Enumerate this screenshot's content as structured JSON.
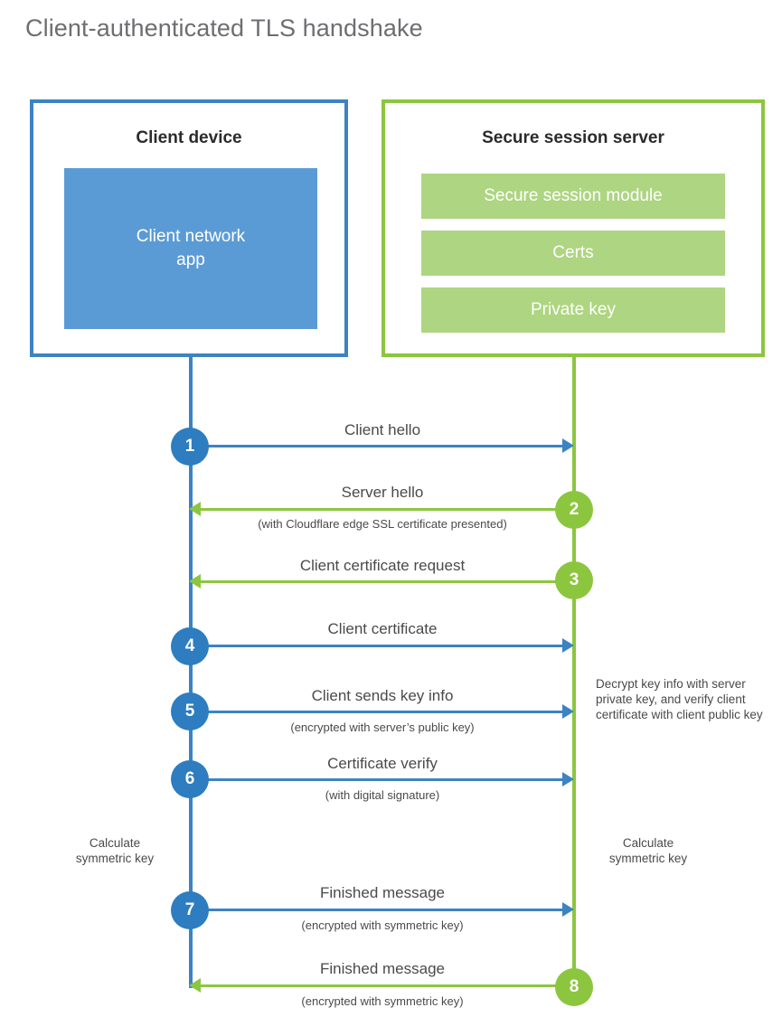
{
  "title": "Client-authenticated TLS handshake",
  "colors": {
    "client_blue": "#3c83c3",
    "client_app_fill": "#5b9bd5",
    "server_green": "#8cc63f",
    "server_bar_fill": "#aed581",
    "title_gray": "#6d6e71",
    "text_gray": "#4a4a4a"
  },
  "participants": {
    "client": {
      "title": "Client device",
      "app_label_line1": "Client network",
      "app_label_line2": "app"
    },
    "server": {
      "title": "Secure session server",
      "bars": [
        "Secure session module",
        "Certs",
        "Private key"
      ]
    }
  },
  "steps": [
    {
      "number": "1",
      "label": "Client hello",
      "sublabel": "",
      "direction": "client-to-server",
      "color": "blue"
    },
    {
      "number": "2",
      "label": "Server hello",
      "sublabel": "(with Cloudflare edge SSL certificate presented)",
      "direction": "server-to-client",
      "color": "green"
    },
    {
      "number": "3",
      "label": "Client certificate request",
      "sublabel": "",
      "direction": "server-to-client",
      "color": "green"
    },
    {
      "number": "4",
      "label": "Client certificate",
      "sublabel": "",
      "direction": "client-to-server",
      "color": "blue"
    },
    {
      "number": "5",
      "label": "Client sends key info",
      "sublabel": "(encrypted with server’s public key)",
      "direction": "client-to-server",
      "color": "blue"
    },
    {
      "number": "6",
      "label": "Certificate verify",
      "sublabel": "(with digital signature)",
      "direction": "client-to-server",
      "color": "blue"
    },
    {
      "number": "7",
      "label": "Finished message",
      "sublabel": "(encrypted with symmetric key)",
      "direction": "client-to-server",
      "color": "blue"
    },
    {
      "number": "8",
      "label": "Finished message",
      "sublabel": "(encrypted with symmetric key)",
      "direction": "server-to-client",
      "color": "green"
    }
  ],
  "annotations": {
    "server_decrypt": "Decrypt key info with server private key, and verify client certificate with client public key",
    "client_calculate_line1": "Calculate",
    "client_calculate_line2": "symmetric key",
    "server_calculate_line1": "Calculate",
    "server_calculate_line2": "symmetric key"
  }
}
